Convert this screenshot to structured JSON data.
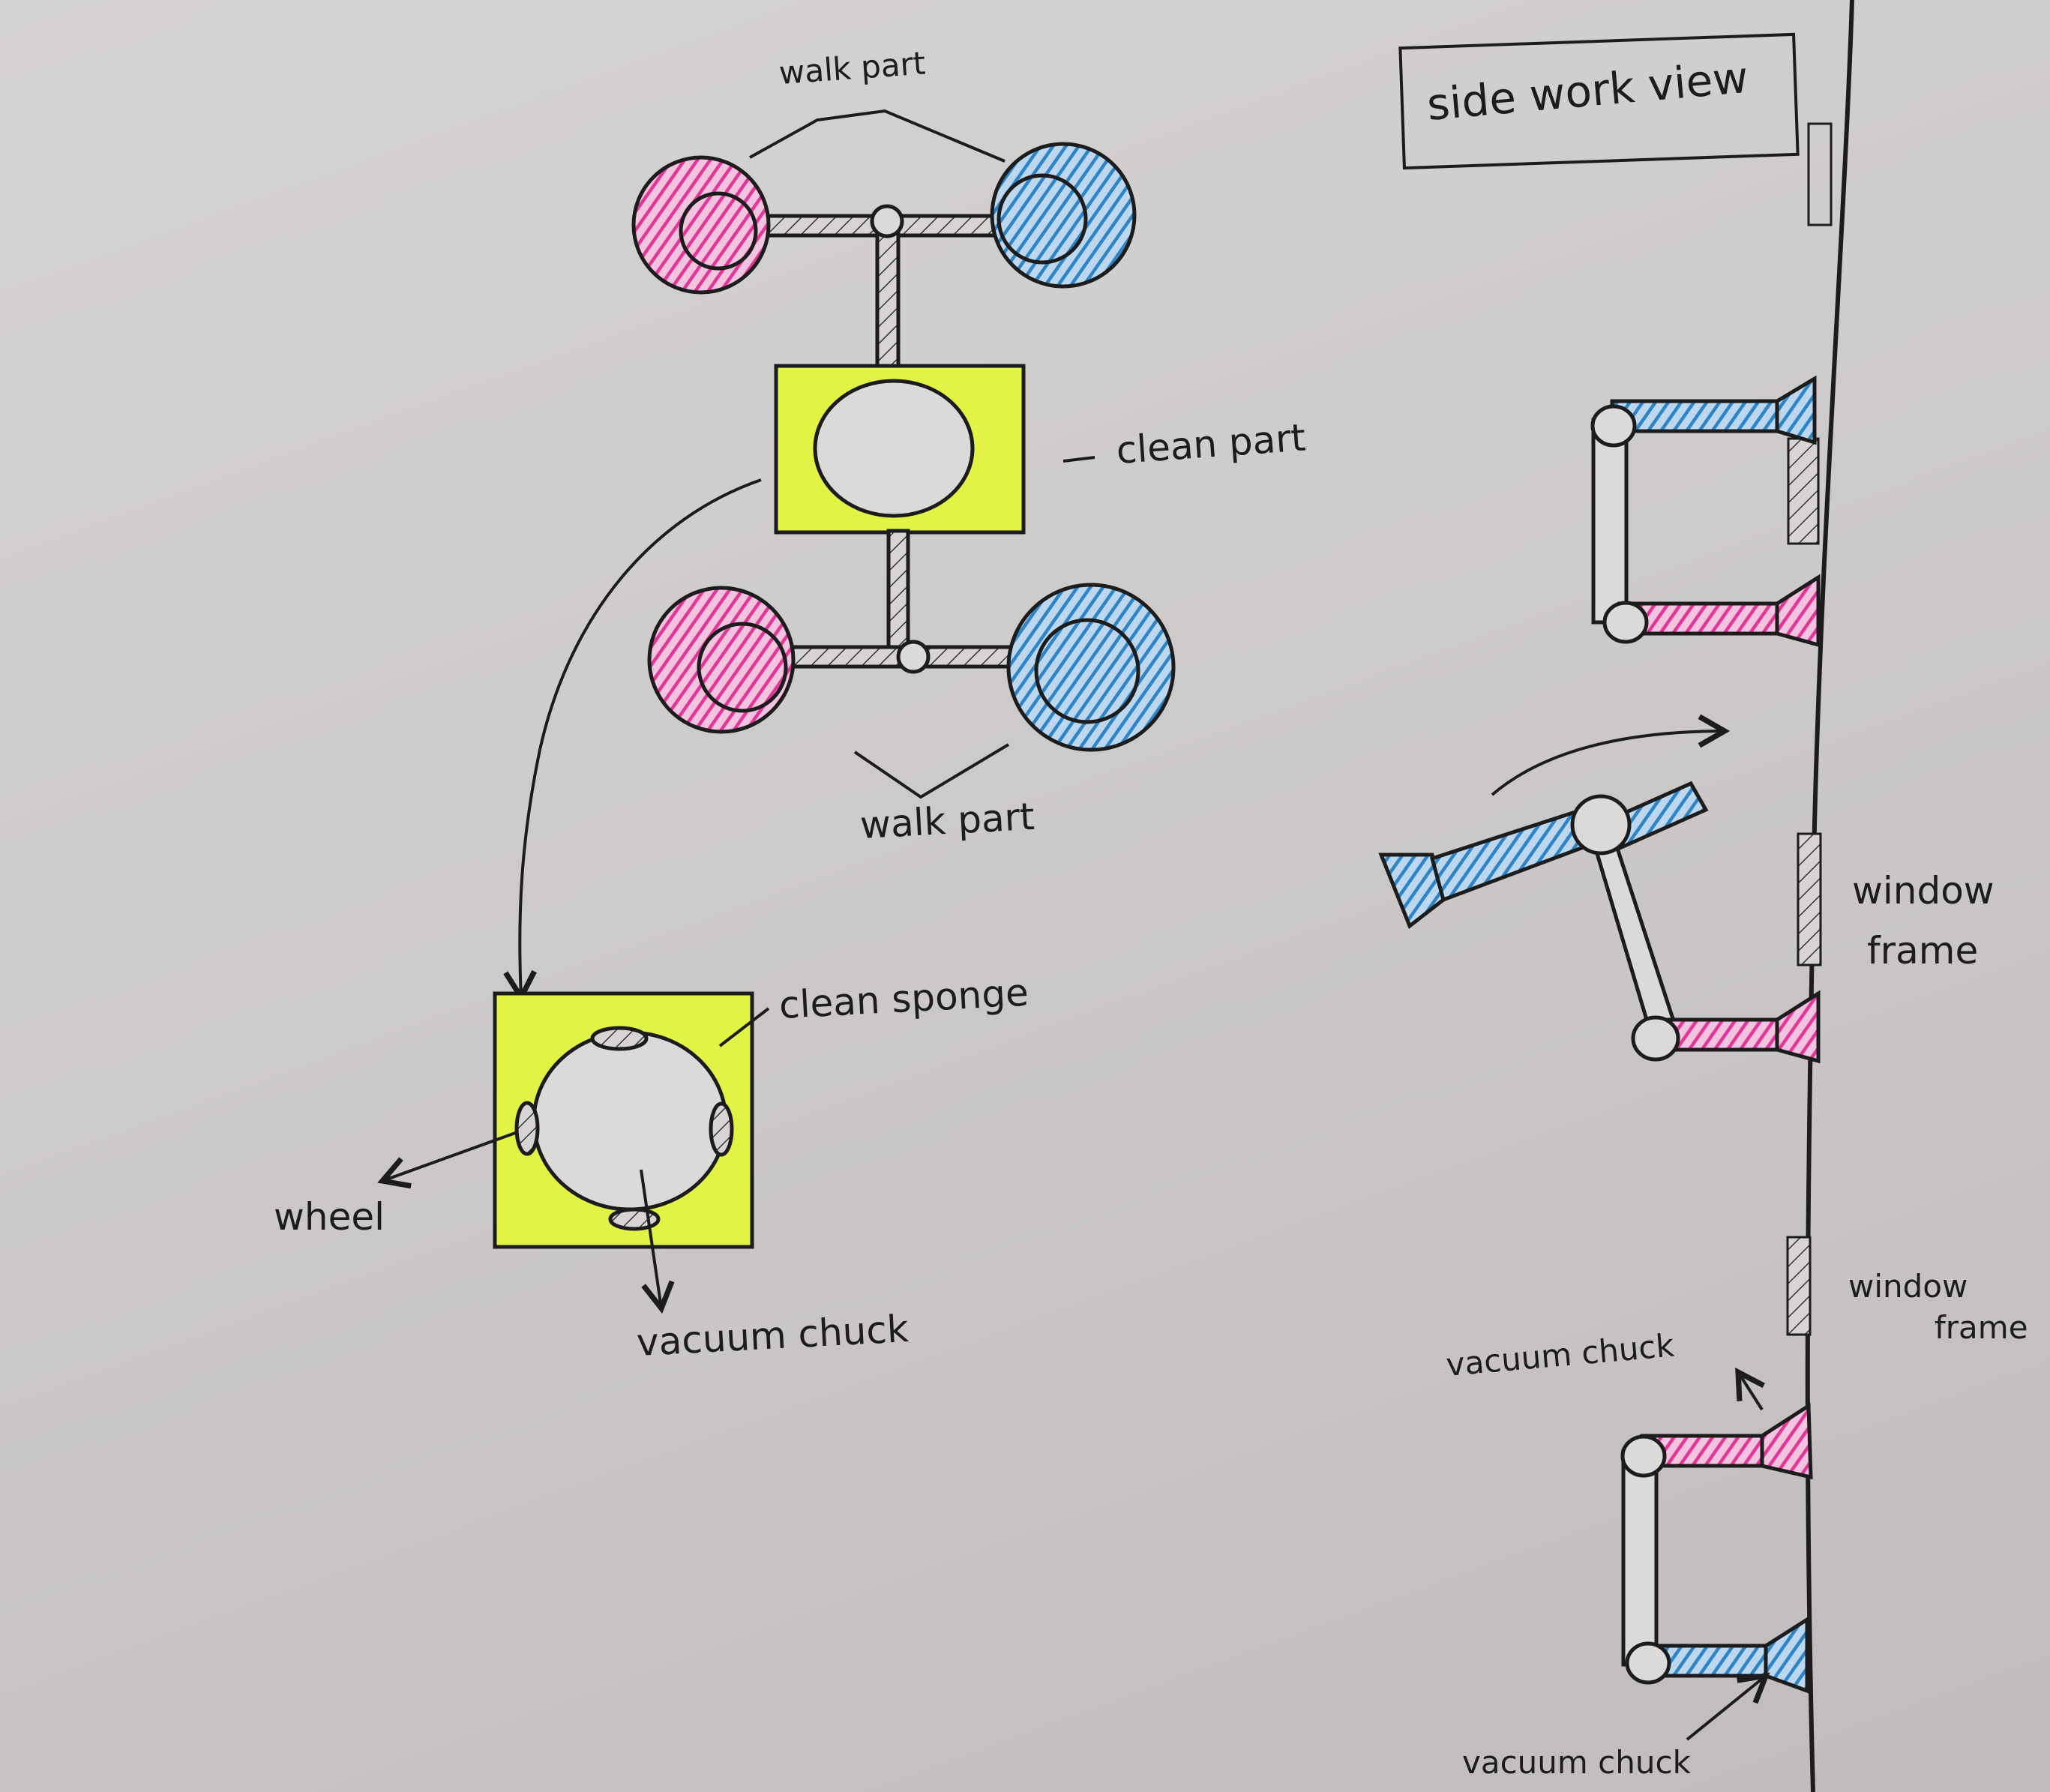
{
  "diagram": {
    "title_box": "side work view",
    "labels": {
      "walk_part_top": "walk part",
      "walk_part_bottom": "walk part",
      "clean_part": "clean part",
      "clean_sponge": "clean sponge",
      "wheel": "wheel",
      "vacuum_chuck_main": "vacuum chuck",
      "window_frame_1": "window",
      "window_frame_1b": "frame",
      "window_frame_2": "window",
      "window_frame_2b": "frame",
      "vacuum_chuck_side_1": "vacuum chuck",
      "vacuum_chuck_side_2": "vacuum chuck"
    },
    "colors": {
      "magenta": "#e2379a",
      "blue": "#2f84c6",
      "yellow_green": "#e1f446",
      "ink": "#1c1c1c"
    }
  }
}
